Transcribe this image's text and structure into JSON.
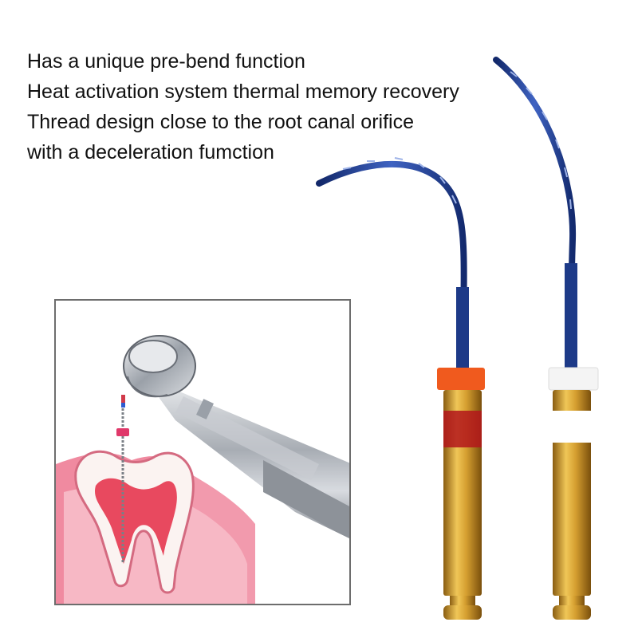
{
  "features": [
    "Has a unique pre-bend function",
    "Heat activation system thermal memory recovery",
    "Thread design close to the root canal orifice",
    "with a deceleration fumction"
  ],
  "colors": {
    "file_blue": "#1f3d8c",
    "gold": "#c99a2e",
    "stopper_orange": "#f05a1e",
    "stopper_white": "#f4f4f4",
    "band_red": "#b3161b",
    "gum_pink": "#f08aa0",
    "tooth_white": "#fbf3f1",
    "steel": "#b8bcc2"
  },
  "icons": [
    "rotary-file-left",
    "rotary-file-right",
    "handpiece-illustration",
    "tooth-illustration"
  ]
}
